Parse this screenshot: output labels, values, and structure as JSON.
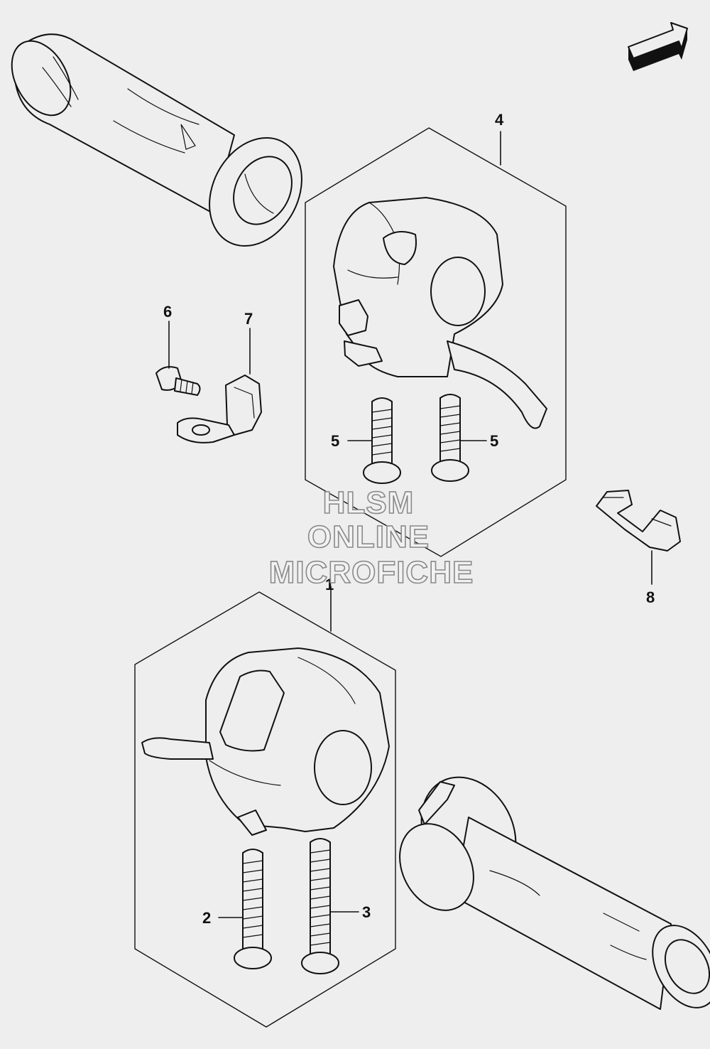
{
  "diagram": {
    "fwd_label": "FWD",
    "callouts": [
      "1",
      "2",
      "3",
      "4",
      "5",
      "5",
      "6",
      "7",
      "8"
    ],
    "watermark": [
      "HLSM",
      "ONLINE",
      "MICROFICHE"
    ]
  }
}
